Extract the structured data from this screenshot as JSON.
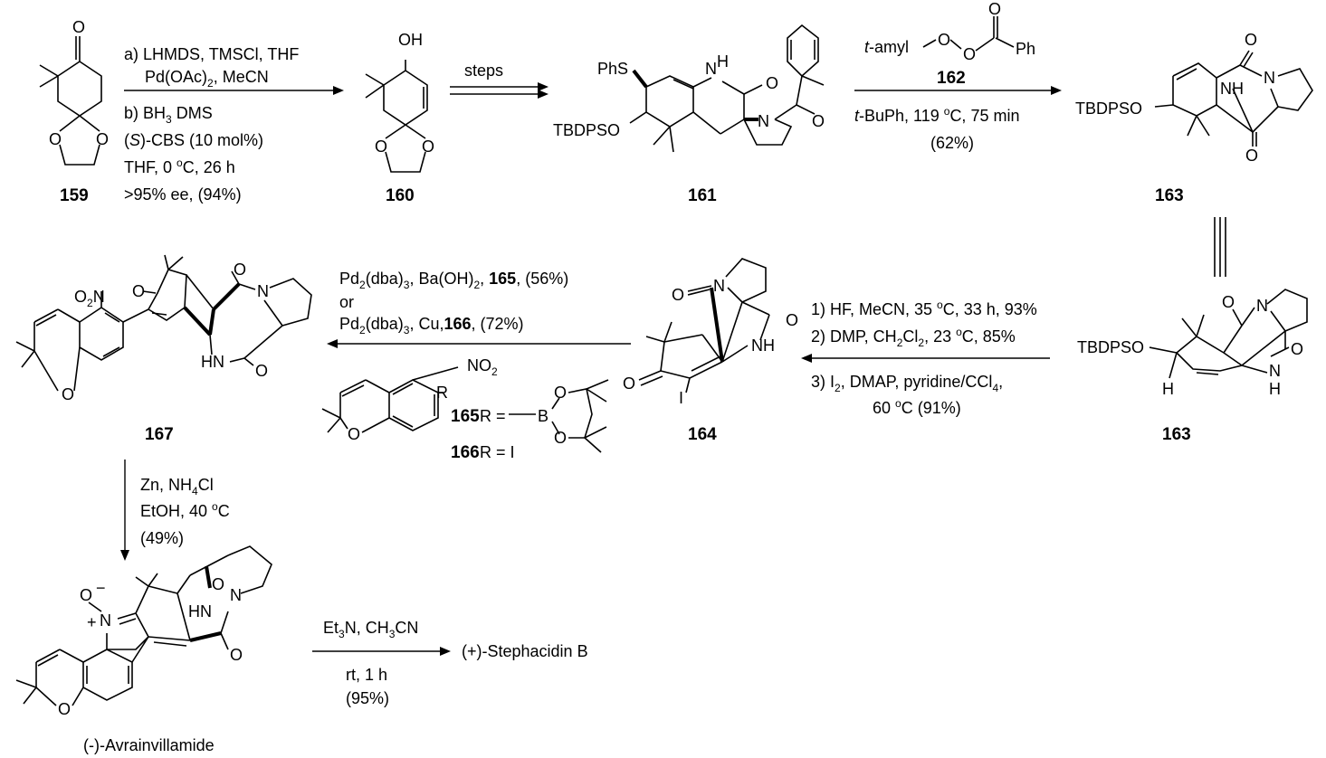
{
  "compounds": {
    "c159": "159",
    "c160": "160",
    "c161": "161",
    "c162": "162",
    "c163a": "163",
    "c163b": "163",
    "c164": "164",
    "c165": "165",
    "c166": "166",
    "c167": "167",
    "avrain": "(-)-Avrainvillamide",
    "stephacidin": "(+)-Stephacidin B"
  },
  "step1": {
    "a1": "a) LHMDS, TMSCl, THF",
    "a2": "Pd(OAc)",
    "a2sub": "2",
    "a2end": ", MeCN",
    "b1a": "b) BH",
    "b1sub": "3",
    "b1b": " DMS",
    "b2a": "(",
    "b2i": "S",
    "b2b": ")-CBS (10 mol%)",
    "b3a": "THF, 0 ",
    "b3sup": "o",
    "b3b": "C, 26 h",
    "b4": ">95% ee, (94%)"
  },
  "step2": {
    "label": "steps"
  },
  "step3": {
    "reagent_a": "t",
    "reagent_b": "-amyl",
    "line2a": "t",
    "line2b": "-BuPh, 119 ",
    "line2sup": "o",
    "line2c": "C, 75 min",
    "yield": "(62%)"
  },
  "step4": {
    "l1a": "1) HF,  MeCN, 35 ",
    "l1sup": "o",
    "l1b": "C, 33 h, 93%",
    "l2a": "2) DMP,  CH",
    "l2s1": "2",
    "l2b": "Cl",
    "l2s2": "2",
    "l2c": ", 23 ",
    "l2sup": "o",
    "l2d": "C, 85%",
    "l3a": "3) I",
    "l3s1": "2",
    "l3b": ", DMAP,  pyridine/CCl",
    "l3s2": "4",
    "l3c": ",",
    "l4a": "60 ",
    "l4sup": "o",
    "l4b": "C (91%)"
  },
  "step5": {
    "l1a": "Pd",
    "l1s1": "2",
    "l1b": "(dba)",
    "l1s2": "3",
    "l1c": ", Ba(OH)",
    "l1s3": "2",
    "l1d": ", ",
    "l1bold": "165",
    "l1e": ", (56%)",
    "or": "or",
    "l2a": "Pd",
    "l2s1": "2",
    "l2b": "(dba)",
    "l2s2": "3",
    "l2c": ", Cu,",
    "l2bold": "166",
    "l2d": ", (72%)",
    "r165": " R =",
    "r166": " R = I"
  },
  "step6": {
    "l1a": "Zn, NH",
    "l1sub": "4",
    "l1b": "Cl",
    "l2a": "EtOH, 40 ",
    "l2sup": "o",
    "l2b": "C",
    "l3": "(49%)"
  },
  "step7": {
    "l1a": "Et",
    "l1s1": "3",
    "l1b": "N, CH",
    "l1s2": "3",
    "l1c": "CN",
    "l2": "rt, 1 h",
    "l3": "(95%)"
  },
  "atoms": {
    "O": "O",
    "OH": "OH",
    "PhS": "PhS",
    "H": "H",
    "N": "N",
    "NH": "NH",
    "HN": "HN",
    "TBDPSO": "TBDPSO",
    "Ph": "Ph",
    "I": "I",
    "R": "R",
    "B": "B",
    "NO2a": "O",
    "NO2b": "N",
    "NO2": "NO",
    "two": "2",
    "minus": "−",
    "plus": "+",
    "Nplus": "N"
  }
}
